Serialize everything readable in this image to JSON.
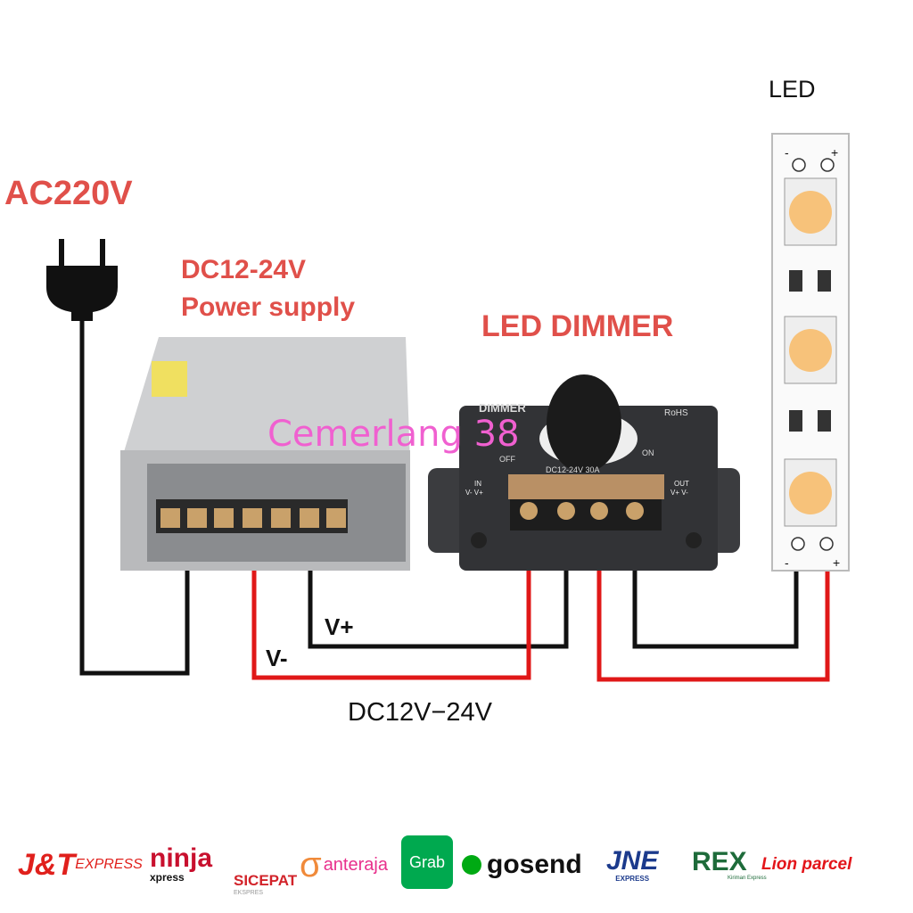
{
  "labels": {
    "ac_input": "AC220V",
    "power_supply_line1": "DC12-24V",
    "power_supply_line2": "Power supply",
    "dimmer_title": "LED DIMMER",
    "led_title": "LED",
    "v_plus": "V+",
    "v_minus": "V-",
    "dc_range": "DC12V−24V",
    "watermark": "Cemerlang 38"
  },
  "dimmer_device": {
    "brand_text": "DIMMER",
    "rohs": "RoHS",
    "off": "OFF",
    "on": "ON",
    "rating": "DC12-24V 30A",
    "in_label": "IN",
    "out_label": "OUT",
    "in_terminals": "V- V+",
    "out_terminals": "V+ V-"
  },
  "led_strip": {
    "minus": "-",
    "plus": "+"
  },
  "colors": {
    "label_red": "#e0504a",
    "wire_red": "#e01818",
    "wire_black": "#111111",
    "watermark": "#f060d0",
    "led_chip": "#f7c27a"
  },
  "couriers": [
    {
      "name": "J&T",
      "sub": "EXPRESS",
      "color": "#e0201c"
    },
    {
      "name": "ninja",
      "sub": "xpress",
      "color": "#c8102e"
    },
    {
      "name": "SICEPAT",
      "sub": "EKSPRES",
      "color": "#d2232a"
    },
    {
      "name": "anteraja",
      "color": "#e8308c"
    },
    {
      "name": "Grab",
      "color": "#00a94f"
    },
    {
      "name": "gosend",
      "color": "#00aa13"
    },
    {
      "name": "JNE",
      "sub": "EXPRESS",
      "color": "#1b3a8c"
    },
    {
      "name": "REX",
      "sub": "Kiriman Express",
      "color": "#1e6b3a"
    },
    {
      "name": "Lion parcel",
      "color": "#e3151a"
    }
  ]
}
